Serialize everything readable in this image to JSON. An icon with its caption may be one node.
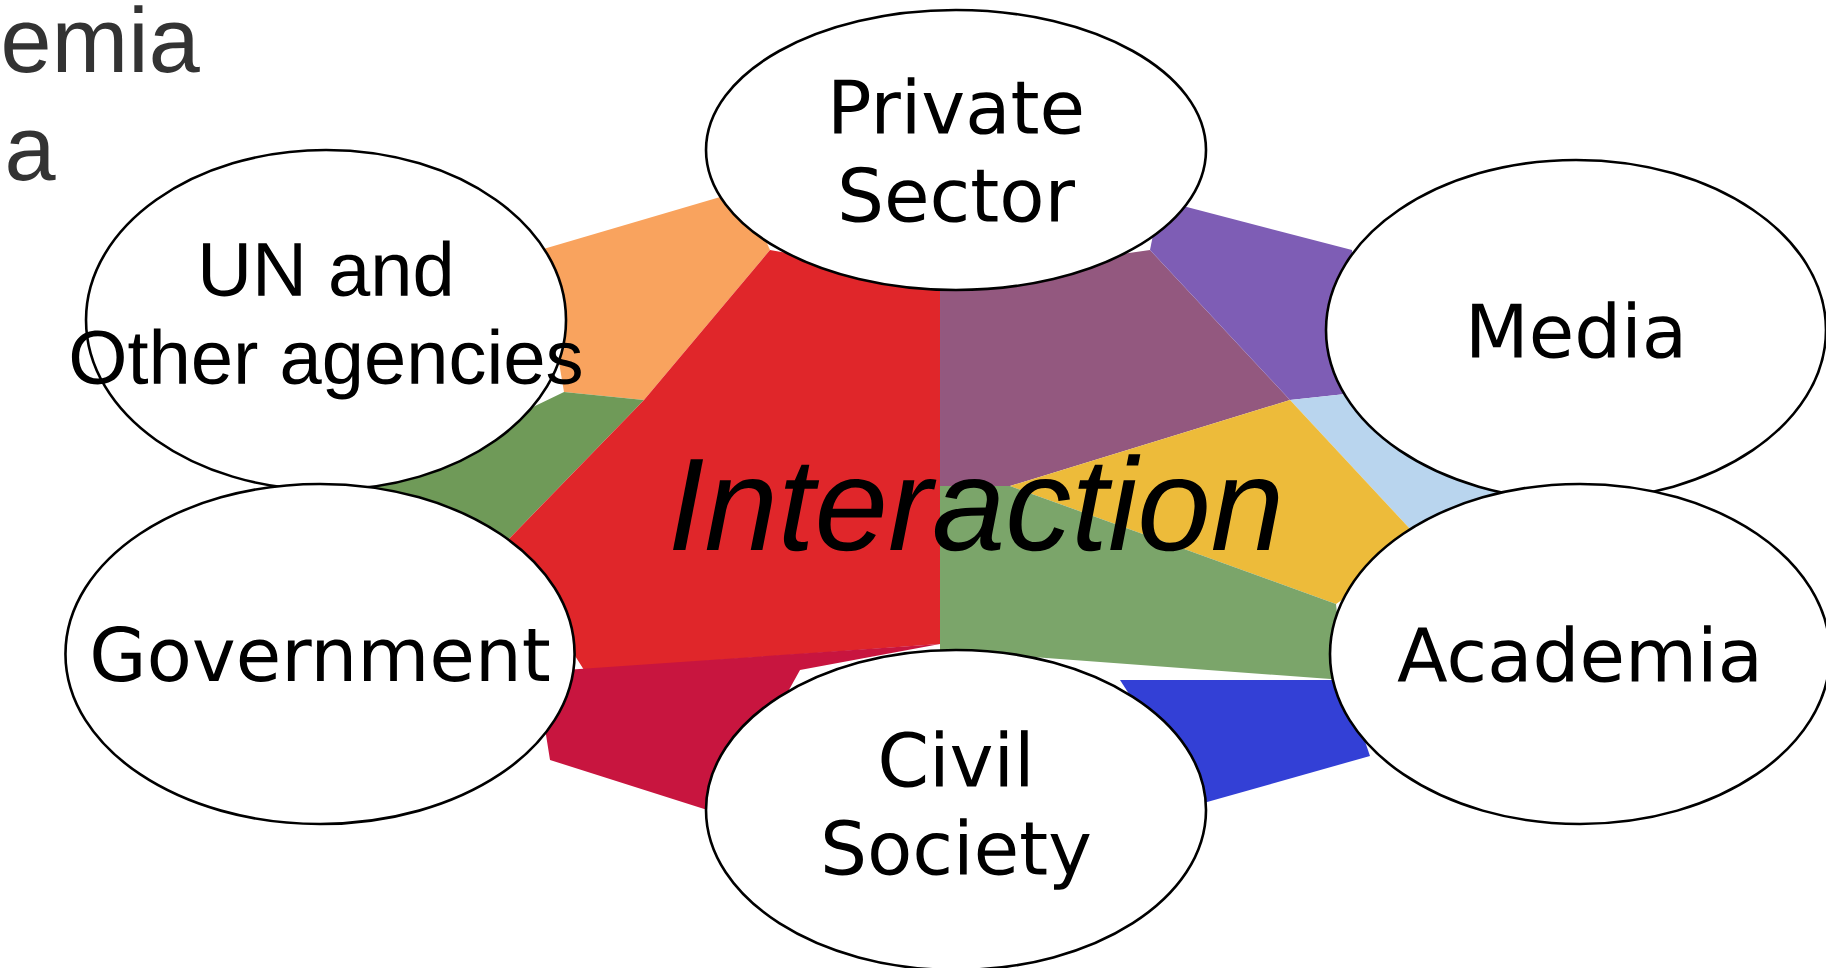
{
  "diagram": {
    "nodes": [
      {
        "text": [
          "Private Sector"
        ]
      },
      {
        "text": [
          "UN and Other agencies"
        ]
      },
      {
        "text": [
          "Media"
        ]
      },
      {
        "text": [
          "Government"
        ]
      },
      {
        "text": [
          "Academia"
        ]
      },
      {
        "text": [
          "Civil Society"
        ]
      }
    ],
    "labels": [
      "emia",
      "a",
      "Interaction"
    ]
  }
}
